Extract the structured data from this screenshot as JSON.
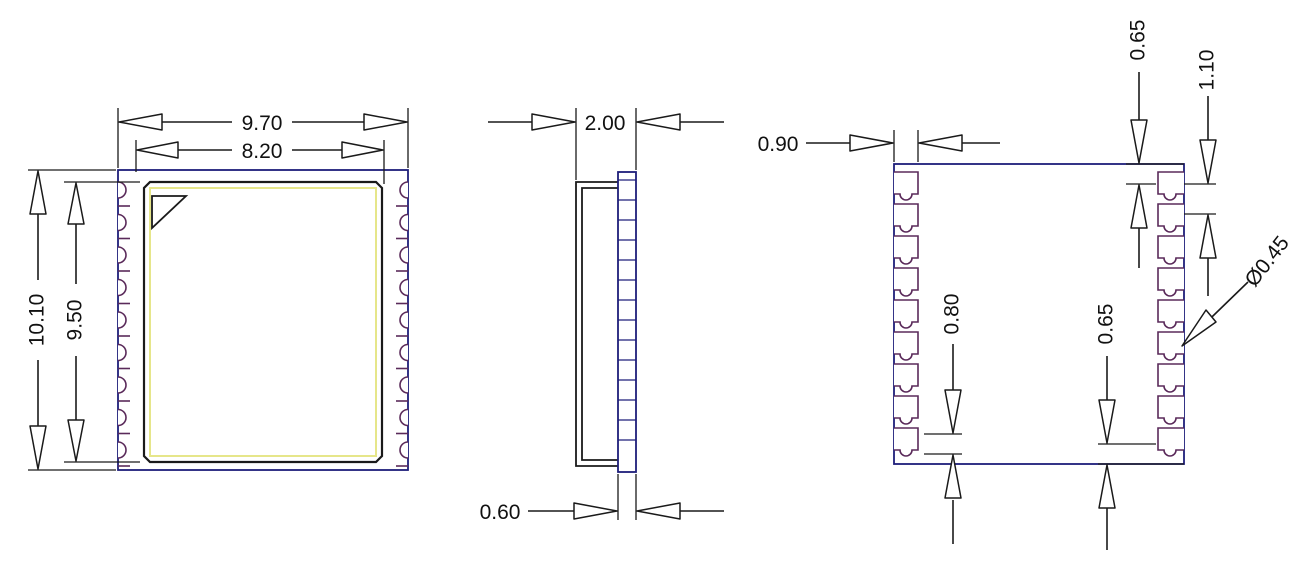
{
  "views": {
    "top": {
      "width_outer": "9.70",
      "width_inner": "8.20",
      "height_outer": "10.10",
      "height_inner": "9.50"
    },
    "side": {
      "thickness": "2.00",
      "pcb_thickness": "0.60"
    },
    "bottom": {
      "pad_length": "0.90",
      "top_margin": "0.65",
      "pin_pitch": "1.10",
      "hole_diameter": "Ø0.45",
      "pad_width": "0.80",
      "bottom_margin": "0.65"
    }
  },
  "colors": {
    "outline": "#1e1e7a",
    "pad": "#5a2a5a",
    "shield_highlight": "#e6e68a"
  }
}
